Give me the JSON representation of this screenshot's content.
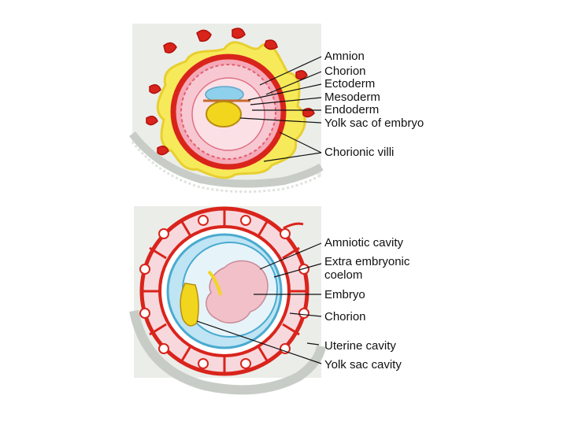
{
  "diagram_top": {
    "labels": [
      "Amnion",
      "Chorion",
      "Ectoderm",
      "Mesoderm",
      "Endoderm",
      "Yolk sac of embryo",
      "Chorionic villi"
    ]
  },
  "diagram_bottom": {
    "labels": [
      "Amniotic cavity",
      "Extra embryonic",
      "coelom",
      "Embryo",
      "Chorion",
      "Uterine cavity",
      "Yolk sac cavity"
    ]
  },
  "colors": {
    "tissue": "#ebede9",
    "membrane": "#c8ccc6",
    "red": "#d9241c",
    "pink": "#f5a9b8",
    "yellow": "#f7ea5a",
    "blue": "#8fd0ec",
    "embryo": "#f2c0c8"
  }
}
